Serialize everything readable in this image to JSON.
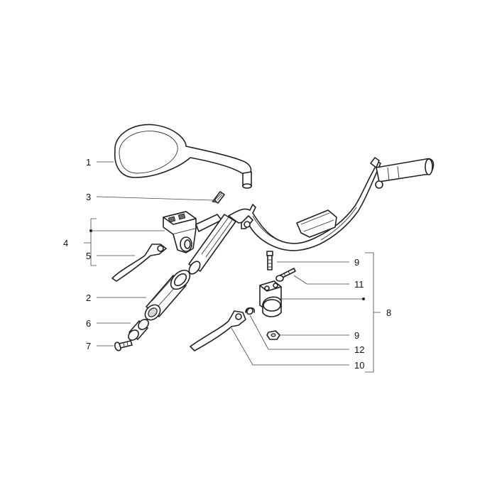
{
  "callouts": {
    "c1": "1",
    "c2": "2",
    "c3": "3",
    "c4": "4",
    "c5": "5",
    "c6": "6",
    "c7": "7",
    "c8": "8",
    "c9a": "9",
    "c9b": "9",
    "c10": "10",
    "c11": "11",
    "c12": "12"
  },
  "icons": {
    "mirror": "rear-view-mirror-icon",
    "handlebar": "handlebar-icon",
    "grip": "throttle-grip-icon",
    "master_cylinder": "brake-master-cylinder-icon",
    "lever": "brake-lever-icon"
  }
}
